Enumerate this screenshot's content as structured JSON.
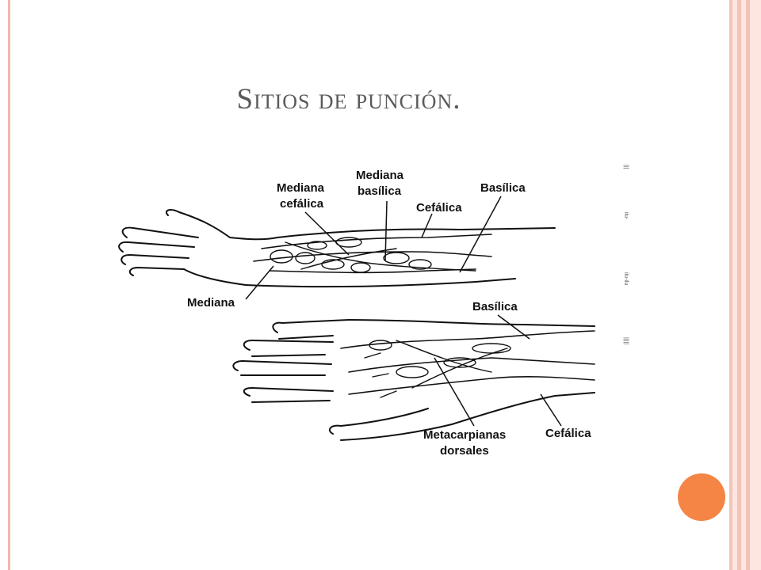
{
  "slide": {
    "title": "Sitios de punción."
  },
  "figure": {
    "forearm_labels": {
      "mediana_cefalica_l1": "Mediana",
      "mediana_cefalica_l2": "cefálica",
      "mediana_basilica_l1": "Mediana",
      "mediana_basilica_l2": "basílica",
      "cefalica": "Cefálica",
      "basilica": "Basílica",
      "mediana": "Mediana"
    },
    "hand_labels": {
      "basilica": "Basílica",
      "metacarpianas_l1": "Metacarpianas",
      "metacarpianas_l2": "dorsales",
      "cefalica": "Cefálica"
    },
    "margin_marks": [
      "|||",
      "ilu-",
      "ilu-ilu",
      "|||||"
    ]
  },
  "colors": {
    "frame_pink": "#f4c3b8",
    "accent_orange": "#f58545",
    "title_gray": "#5a5a5a"
  }
}
